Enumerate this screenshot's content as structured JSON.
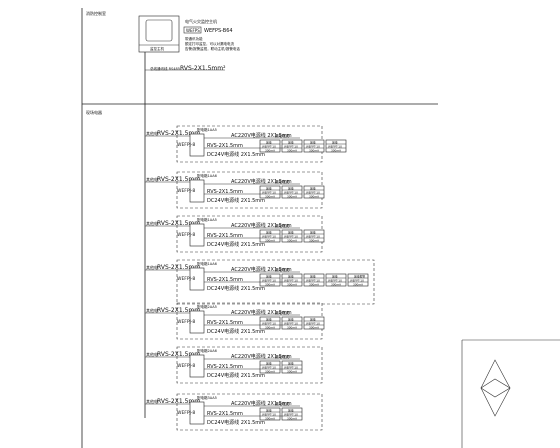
{
  "panel": {
    "section_label": "消防控制室",
    "title": "电气火灾监控主机",
    "model_tag": "WEFPS",
    "model": "WEFPS-B64",
    "note_line1": "带通讯功能",
    "note_line2": "额定打印监控，可以对漏电电流",
    "note_line3": "告警/报警监视，联动主机/报警电话",
    "screen_label": "监控主机"
  },
  "bus": {
    "cable_label": "总线通讯线 RS485",
    "cable": "RVS-2X1.5mm²"
  },
  "field_section_label": "现场电器",
  "branches": [
    {
      "left_label": "其他电",
      "cable": "RVS-2X1.5mm",
      "box_label": "配电箱1AA5",
      "device": "WEFPJ-8",
      "power": "AC220V电源线 2X1.5mm",
      "leak_label": "漏电电流",
      "signal": "RVS-2X1.5mm",
      "dc": "DC24V电源线 2X1.5mm",
      "channels": [
        {
          "top": "漏电",
          "mid": "WEFPT-10",
          "bot": "300mA"
        },
        {
          "top": "漏电",
          "mid": "WEFPT-10",
          "bot": "300mA"
        },
        {
          "top": "漏电",
          "mid": "WEFPT-10",
          "bot": "300mA"
        },
        {
          "top": "漏电",
          "mid": "WEFPT-10",
          "bot": "300mA"
        }
      ]
    },
    {
      "left_label": "其他电",
      "cable": "RVS-2X1.5mm",
      "box_label": "配电箱1AA6",
      "device": "WEFPJ-8",
      "power": "AC220V电源线 2X1.5mm",
      "leak_label": "漏电电流",
      "signal": "RVS-2X1.5mm",
      "dc": "DC24V电源线 2X1.5mm",
      "channels": [
        {
          "top": "漏电",
          "mid": "WEFPT-10",
          "bot": "300mA"
        },
        {
          "top": "漏电",
          "mid": "WEFPT-10",
          "bot": "300mA"
        },
        {
          "top": "漏电",
          "mid": "WEFPT-10",
          "bot": "300mA"
        }
      ]
    },
    {
      "left_label": "其他电",
      "cable": "RVS-2X1.5mm",
      "box_label": "配电箱1AA5",
      "device": "WEFPJ-8",
      "power": "AC220V电源线 2X1.5mm",
      "leak_label": "漏电电流",
      "signal": "RVS-2X1.5mm",
      "dc": "DC24V电源线 2X1.5mm",
      "channels": [
        {
          "top": "漏电",
          "mid": "WEFPT-10",
          "bot": "300mA"
        },
        {
          "top": "漏电",
          "mid": "WEFPT-10",
          "bot": "300mA"
        },
        {
          "top": "漏电",
          "mid": "WEFPT-10",
          "bot": "300mA"
        }
      ]
    },
    {
      "left_label": "其他电",
      "cable": "RVS-2X1.5mm",
      "box_label": "配电箱1AA6",
      "device": "WEFPJ-8",
      "power": "AC220V电源线 2X1.5mm",
      "leak_label": "漏电电流",
      "signal": "RVS-2X1.5mm",
      "dc": "DC24V电源线 2X1.5mm",
      "channels": [
        {
          "top": "漏电",
          "mid": "WEFPT-10",
          "bot": "300mA"
        },
        {
          "top": "漏电",
          "mid": "WEFPT-10",
          "bot": "300mA"
        },
        {
          "top": "漏电",
          "mid": "WEFPT-10",
          "bot": "300mA"
        },
        {
          "top": "漏电",
          "mid": "WEFPT-10",
          "bot": "300mA"
        },
        {
          "top": "漏电报警",
          "mid": "WEFPT-10",
          "bot": "300mA"
        }
      ]
    },
    {
      "left_label": "其他电",
      "cable": "RVS-2X1.5mm",
      "box_label": "配电箱2AA5",
      "device": "WEFPJ-8",
      "power": "AC220V电源线 2X1.5mm",
      "leak_label": "漏电电流",
      "signal": "RVS-2X1.5mm",
      "dc": "DC24V电源线 2X1.5mm",
      "channels": [
        {
          "top": "漏电",
          "mid": "WEFPT-10",
          "bot": "300mA"
        },
        {
          "top": "漏电",
          "mid": "WEFPT-10",
          "bot": "300mA"
        },
        {
          "top": "漏电",
          "mid": "WEFPT-10",
          "bot": "300mA"
        }
      ]
    },
    {
      "left_label": "其他电",
      "cable": "RVS-2X1.5mm",
      "box_label": "配电箱2AA6",
      "device": "WEFPJ-8",
      "power": "AC220V电源线 2X1.5mm",
      "leak_label": "漏电电流",
      "signal": "RVS-2X1.5mm",
      "dc": "DC24V电源线 2X1.5mm",
      "channels": [
        {
          "top": "漏电",
          "mid": "WEFPT-10",
          "bot": "300mA"
        },
        {
          "top": "漏电",
          "mid": "WEFPT-10",
          "bot": "300mA"
        }
      ]
    },
    {
      "left_label": "其他电",
      "cable": "RVS-2X1.5mm",
      "box_label": "配电箱3AA5",
      "device": "WEFPJ-8",
      "power": "AC220V电源线 2X1.5mm",
      "leak_label": "漏电电流",
      "signal": "RVS-2X1.5mm",
      "dc": "DC24V电源线 2X1.5mm",
      "channels": [
        {
          "top": "漏电",
          "mid": "WEFPT-10",
          "bot": "300mA"
        },
        {
          "top": "漏电",
          "mid": "WEFPT-10",
          "bot": "300mA"
        }
      ]
    }
  ]
}
